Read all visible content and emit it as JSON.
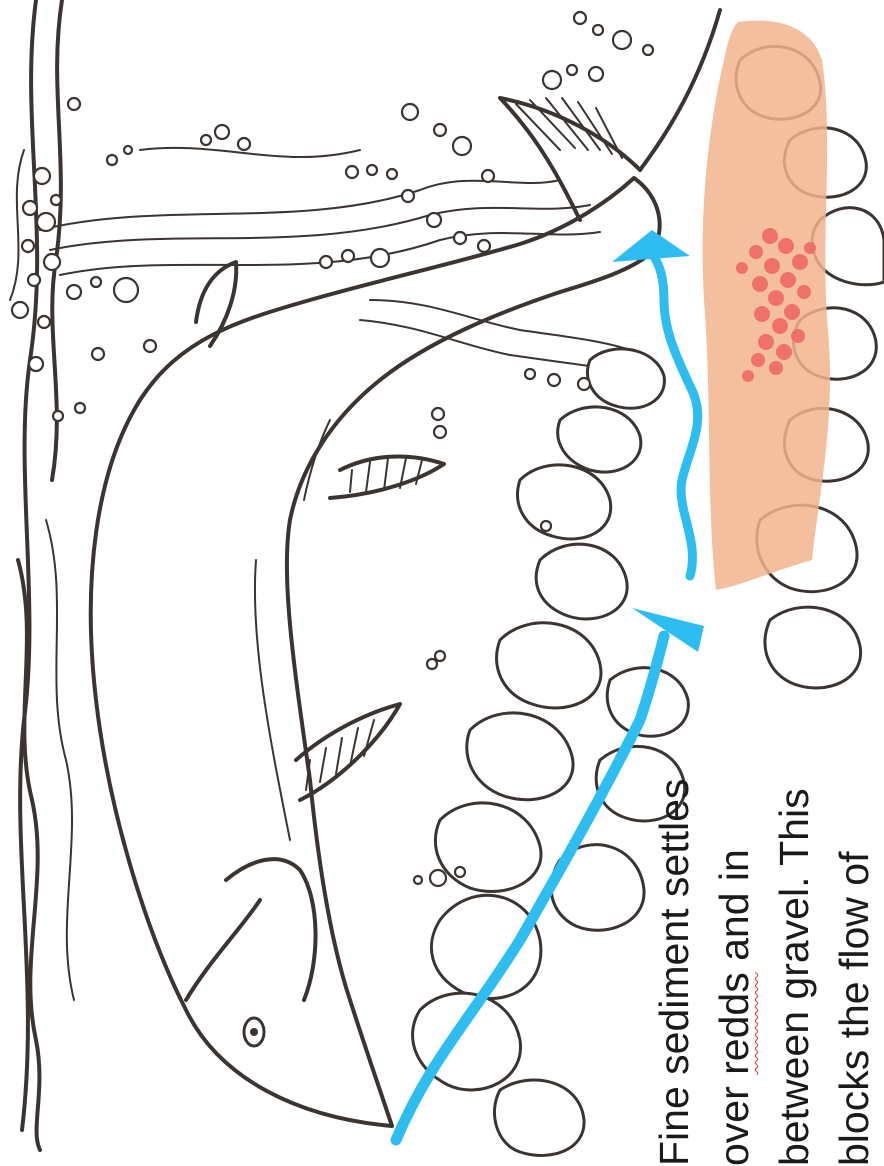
{
  "caption": {
    "line1": "Fine sediment settles",
    "line2_before": "over ",
    "line2_marked": "redds",
    "line2_after": " and in",
    "line3": "between gravel. This",
    "line4": "blocks the flow of"
  },
  "colors": {
    "ink": "#3b3431",
    "flow_arrow": "#2ebdf0",
    "sediment": "#f1b48e",
    "eggs": "#ef6b66",
    "spelling_mark": "#e03030"
  },
  "icons": {
    "fish": "fish-illustration",
    "flow": "flow-arrow-icon",
    "eggs": "egg-cluster"
  }
}
